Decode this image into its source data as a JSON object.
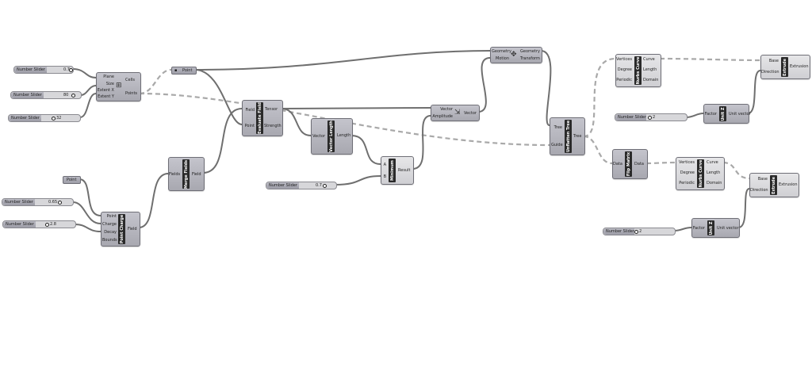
{
  "components": {
    "square": {
      "inputs": [
        "Plane",
        "Size",
        "Extent X",
        "Extent Y"
      ],
      "outputs": [
        "Cells",
        "Points"
      ],
      "icon": "⊞"
    },
    "evaluate_field": {
      "title": "Evaluate Field",
      "inputs": [
        "Field",
        "Point"
      ],
      "outputs": [
        "Tensor",
        "Strength"
      ]
    },
    "vector_length": {
      "title": "Vector Length",
      "inputs": [
        "Vector"
      ],
      "outputs": [
        "Length"
      ]
    },
    "minimum": {
      "title": "Minimum",
      "inputs": [
        "A",
        "B"
      ],
      "outputs": [
        "Result"
      ]
    },
    "amplitude": {
      "inputs": [
        "Vector",
        "Amplitude"
      ],
      "outputs": [
        "Vector"
      ],
      "icon": "⇲"
    },
    "move": {
      "inputs": [
        "Geometry",
        "Motion"
      ],
      "outputs": [
        "Geometry",
        "Transform"
      ],
      "icon": "✥"
    },
    "merge_fields": {
      "title": "Merge Fields",
      "inputs": [
        "Fields"
      ],
      "outputs": [
        "Field"
      ]
    },
    "point_charge": {
      "title": "Point Charge",
      "inputs": [
        "Point",
        "Charge",
        "Decay",
        "Bounds"
      ],
      "outputs": [
        "Field"
      ]
    },
    "unflatten_tree": {
      "title": "Unflatten Tree",
      "inputs": [
        "Tree",
        "Guide"
      ],
      "outputs": [
        "Tree"
      ]
    },
    "nurbs_curve_1": {
      "title": "Nurbs Curve",
      "inputs": [
        "Vertices",
        "Degree",
        "Periodic"
      ],
      "outputs": [
        "Curve",
        "Length",
        "Domain"
      ]
    },
    "nurbs_curve_2": {
      "title": "Nurbs Curve",
      "inputs": [
        "Vertices",
        "Degree",
        "Periodic"
      ],
      "outputs": [
        "Curve",
        "Length",
        "Domain"
      ]
    },
    "flip_matrix": {
      "title": "Flip Matrix",
      "inputs": [
        "Data"
      ],
      "outputs": [
        "Data"
      ]
    },
    "extrude_1": {
      "title": "Extrude",
      "inputs": [
        "Base",
        "Direction"
      ],
      "outputs": [
        "Extrusion"
      ]
    },
    "extrude_2": {
      "title": "Extrude",
      "inputs": [
        "Base",
        "Direction"
      ],
      "outputs": [
        "Extrusion"
      ]
    },
    "unit_z_1": {
      "title": "Unit Z",
      "inputs": [
        "Factor"
      ],
      "outputs": [
        "Unit vector"
      ]
    },
    "unit_z_2": {
      "title": "Unit Z",
      "inputs": [
        "Factor"
      ],
      "outputs": [
        "Unit vector"
      ]
    }
  },
  "params": {
    "point_top": {
      "label": "Point"
    },
    "point_left": {
      "label": "Point"
    }
  },
  "sliders": {
    "s1": {
      "label": "Number Slider",
      "value": "0.7"
    },
    "s2": {
      "label": "Number Slider",
      "value": "80"
    },
    "s3": {
      "label": "Number Slider",
      "value": "32"
    },
    "s4": {
      "label": "Number Slider",
      "value": "0.65"
    },
    "s5": {
      "label": "Number Slider",
      "value": "2.8"
    },
    "s6": {
      "label": "Number Slider",
      "value": "0.7"
    },
    "s7": {
      "label": "Number Slider",
      "value": "2"
    },
    "s8": {
      "label": "Number Slider",
      "value": "2"
    }
  },
  "colors": {
    "canvas": "#ffffff",
    "component": "#b2b2ba",
    "title_bar": "#2a2a2a",
    "wire": "#6f6f6f",
    "wire_tree": "#a9a9a9"
  }
}
